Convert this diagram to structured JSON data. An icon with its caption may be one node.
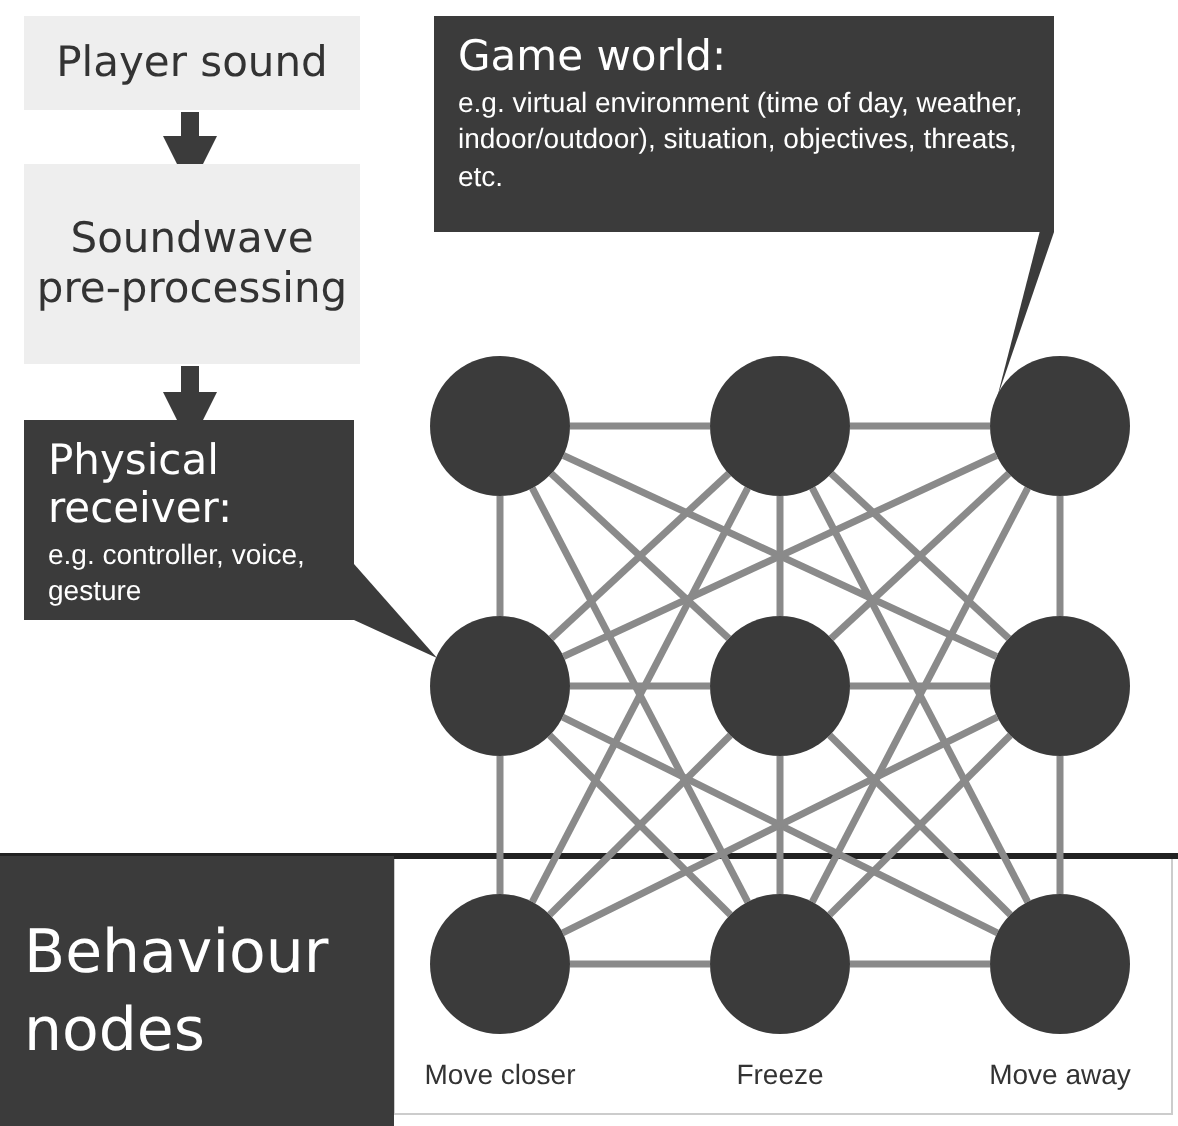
{
  "diagram": {
    "nodes": [
      {
        "text": [
          "Player sound"
        ]
      },
      {
        "text": [
          "Soundwave pre-processing"
        ]
      },
      {
        "text": [
          "Physical receiver:",
          "e.g. controller, voice, gesture"
        ]
      },
      {
        "text": [
          "Game world:",
          "e.g. virtual environment (time of day, weather, indoor/outdoor), situation, objectives, threats, etc."
        ]
      },
      {
        "text": [],
        "shape": "circle"
      },
      {
        "text": [],
        "shape": "circle"
      },
      {
        "text": [],
        "shape": "circle"
      },
      {
        "text": [],
        "shape": "circle"
      },
      {
        "text": [],
        "shape": "circle"
      },
      {
        "text": [],
        "shape": "circle"
      },
      {
        "text": [
          "Behaviour nodes"
        ]
      },
      {
        "text": [],
        "shape": "circle",
        "beside": [
          "Move closer"
        ]
      },
      {
        "text": [],
        "shape": "circle",
        "beside": [
          "Freeze"
        ]
      },
      {
        "text": [],
        "shape": "circle",
        "beside": [
          "Move away"
        ]
      }
    ],
    "edges": [
      {
        "from": 0,
        "to": 1,
        "arrow": "to",
        "style": "thick"
      },
      {
        "from": 1,
        "to": 2,
        "arrow": "to",
        "style": "thick"
      },
      {
        "from": 2,
        "to": 7,
        "arrow": "none"
      },
      {
        "from": 3,
        "to": 6,
        "arrow": "none"
      },
      {
        "from": 4,
        "to": 5,
        "arrow": "none"
      },
      {
        "from": 5,
        "to": 6,
        "arrow": "none"
      },
      {
        "from": 4,
        "to": 7,
        "arrow": "none"
      },
      {
        "from": 4,
        "to": 8,
        "arrow": "none"
      },
      {
        "from": 4,
        "to": 9,
        "arrow": "none"
      },
      {
        "from": 4,
        "to": 12,
        "arrow": "none"
      },
      {
        "from": 5,
        "to": 7,
        "arrow": "none"
      },
      {
        "from": 5,
        "to": 8,
        "arrow": "none"
      },
      {
        "from": 5,
        "to": 9,
        "arrow": "none"
      },
      {
        "from": 5,
        "to": 11,
        "arrow": "none"
      },
      {
        "from": 5,
        "to": 13,
        "arrow": "none"
      },
      {
        "from": 6,
        "to": 7,
        "arrow": "none"
      },
      {
        "from": 6,
        "to": 8,
        "arrow": "none"
      },
      {
        "from": 6,
        "to": 9,
        "arrow": "none"
      },
      {
        "from": 6,
        "to": 12,
        "arrow": "none"
      },
      {
        "from": 7,
        "to": 8,
        "arrow": "none"
      },
      {
        "from": 8,
        "to": 9,
        "arrow": "none"
      },
      {
        "from": 7,
        "to": 11,
        "arrow": "none"
      },
      {
        "from": 7,
        "to": 12,
        "arrow": "none"
      },
      {
        "from": 7,
        "to": 13,
        "arrow": "none"
      },
      {
        "from": 8,
        "to": 11,
        "arrow": "none"
      },
      {
        "from": 8,
        "to": 12,
        "arrow": "none"
      },
      {
        "from": 8,
        "to": 13,
        "arrow": "none"
      },
      {
        "from": 9,
        "to": 11,
        "arrow": "none"
      },
      {
        "from": 9,
        "to": 12,
        "arrow": "none"
      },
      {
        "from": 9,
        "to": 13,
        "arrow": "none"
      },
      {
        "from": 11,
        "to": 12,
        "arrow": "none"
      },
      {
        "from": 12,
        "to": 13,
        "arrow": "none"
      }
    ]
  }
}
